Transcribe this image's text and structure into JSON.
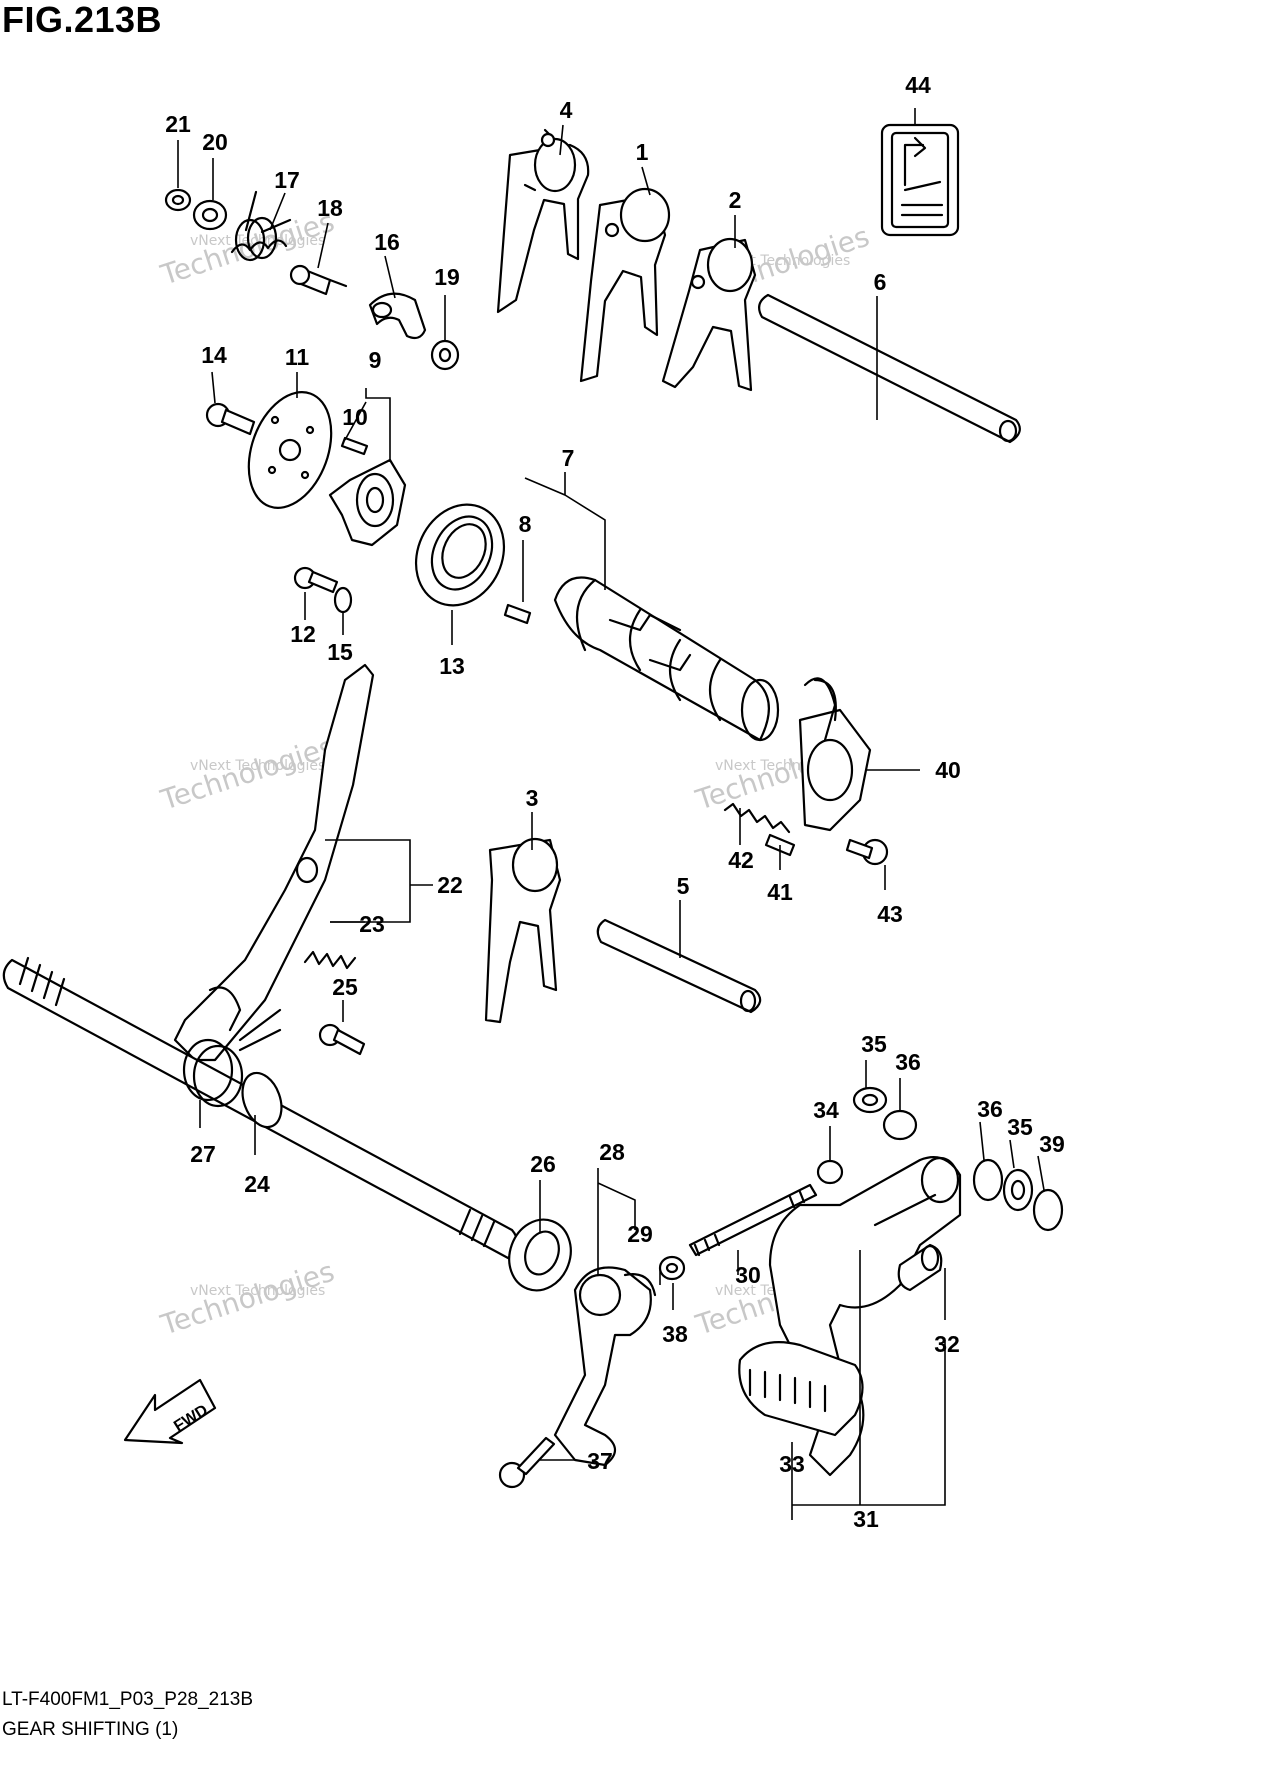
{
  "figure": {
    "title": "FIG.213B",
    "code": "LT-F400FM1_P03_P28_213B",
    "caption": "GEAR SHIFTING (1)"
  },
  "watermark": {
    "line1": "vNext Technologies",
    "line2": "Technologies"
  },
  "direction_label": "FWD",
  "callouts": [
    "1",
    "2",
    "3",
    "4",
    "5",
    "6",
    "7",
    "8",
    "9",
    "10",
    "11",
    "12",
    "13",
    "14",
    "15",
    "16",
    "17",
    "18",
    "19",
    "20",
    "21",
    "22",
    "23",
    "24",
    "25",
    "26",
    "27",
    "28",
    "29",
    "30",
    "31",
    "32",
    "33",
    "34",
    "35",
    "35",
    "36",
    "36",
    "37",
    "38",
    "39",
    "40",
    "41",
    "42",
    "43",
    "44"
  ],
  "colors": {
    "ink": "#000000",
    "watermark": "#c8c8c8",
    "background": "#ffffff"
  }
}
